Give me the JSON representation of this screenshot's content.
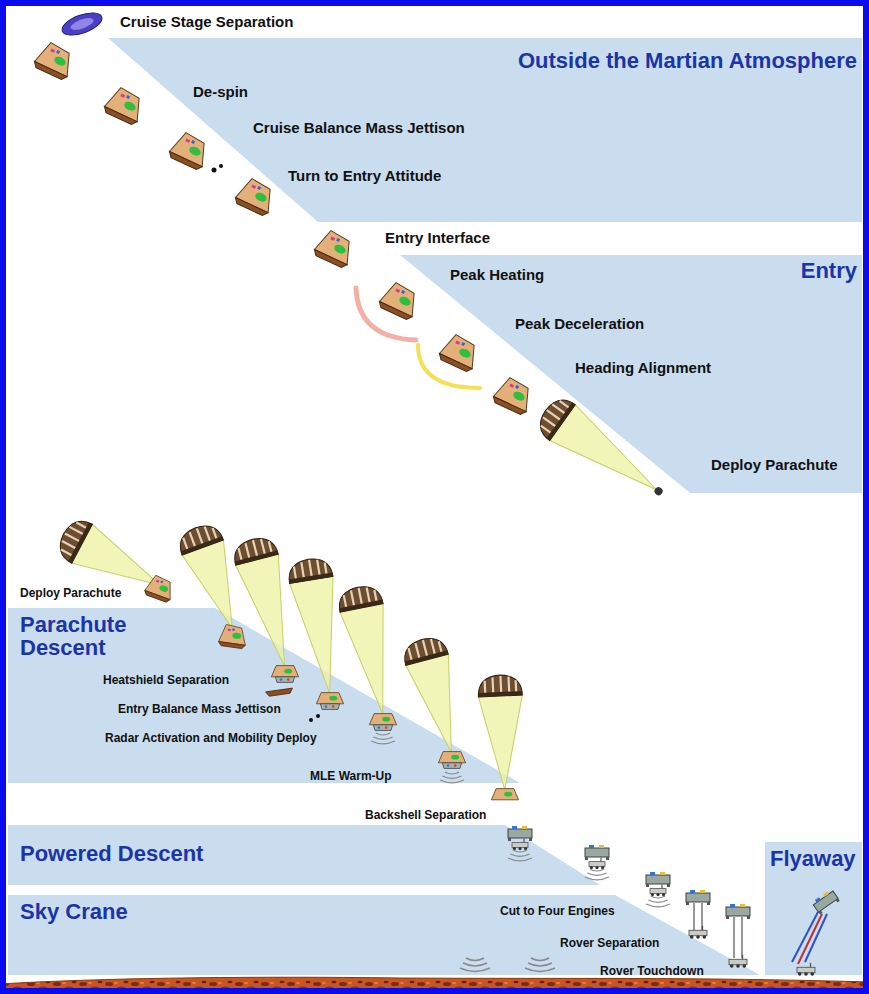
{
  "diagram": {
    "nodes": [
      {
        "text": [
          "Outside the Martian Atmosphere"
        ]
      },
      {
        "text": [
          "Entry"
        ]
      },
      {
        "text": [
          "Parachute Descent"
        ]
      },
      {
        "text": [
          "Powered Descent"
        ]
      },
      {
        "text": [
          "Sky Crane"
        ]
      },
      {
        "text": [
          "Flyaway"
        ]
      }
    ],
    "labels": [
      "Cruise Stage Separation",
      "De-spin",
      "Cruise Balance Mass Jettison",
      "Turn to Entry Attitude",
      "Entry Interface",
      "Peak Heating",
      "Peak Deceleration",
      "Heading Alignment",
      "Deploy Parachute",
      "Deploy Parachute",
      "Heatshield Separation",
      "Entry Balance Mass Jettison",
      "Radar Activation and Mobility Deploy",
      "MLE Warm-Up",
      "Backshell Separation",
      "Cut to Four Engines",
      "Rover Separation",
      "Rover Touchdown"
    ]
  }
}
